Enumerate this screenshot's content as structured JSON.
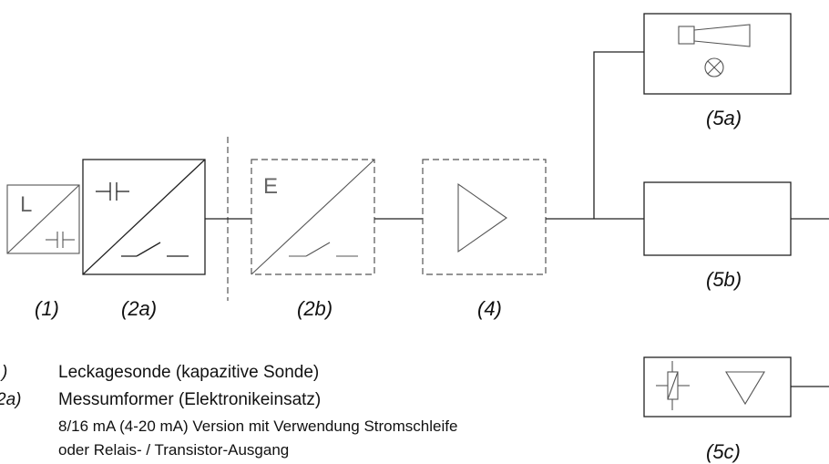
{
  "diagram": {
    "labels": {
      "probe": "(1)",
      "transmitter": "(2a)",
      "transmitter_b": "(2b)",
      "amplifier": "(4)",
      "alarm": "(5a)",
      "output_b": "(5b)",
      "output_c": "(5c)"
    },
    "box_letters": {
      "probe": "L",
      "transmitter_b": "E"
    }
  },
  "legend": {
    "items": [
      {
        "key": ")",
        "text": "Leckagesonde (kapazitive Sonde)"
      },
      {
        "key": "2a)",
        "text": "Messumformer (Elektronikeinsatz)"
      }
    ],
    "sub_lines": [
      "8/16 mA (4-20 mA) Version mit Verwendung Stromschleife",
      "oder Relais- / Transistor-Ausgang"
    ]
  }
}
